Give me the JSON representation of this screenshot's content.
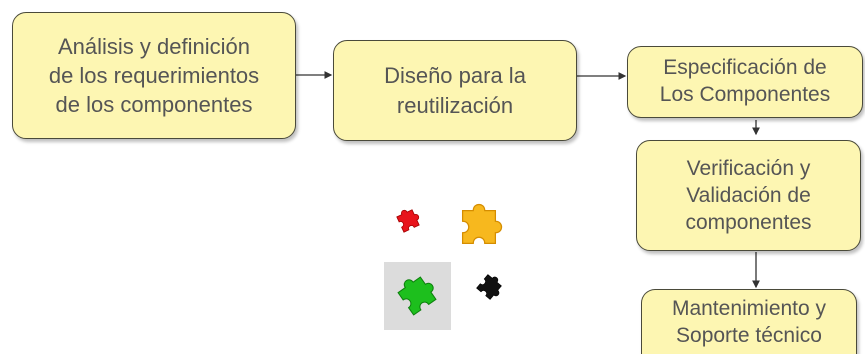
{
  "diagram": {
    "boxes": [
      {
        "id": "b1",
        "text": "Análisis y definición\nde  los requerimientos\nde los componentes"
      },
      {
        "id": "b2",
        "text": "Diseño para la\nreutilización"
      },
      {
        "id": "b3",
        "text": "Especificación de\nLos Componentes"
      },
      {
        "id": "b4",
        "text": "Verificación y\nValidación de\ncomponentes"
      },
      {
        "id": "b5",
        "text": "Mantenimiento y\nSoporte técnico"
      }
    ],
    "colors": {
      "box_fill": "#fdf6b2",
      "box_border": "#4a4a3a",
      "text": "#555555",
      "arrow": "#333333"
    },
    "puzzle_pieces": [
      {
        "name": "red-puzzle-piece-icon",
        "color": "#e8141c"
      },
      {
        "name": "orange-puzzle-piece-icon",
        "color": "#f7b81e"
      },
      {
        "name": "green-puzzle-piece-icon",
        "color": "#1dbf1d"
      },
      {
        "name": "black-puzzle-piece-icon",
        "color": "#111111"
      }
    ]
  }
}
